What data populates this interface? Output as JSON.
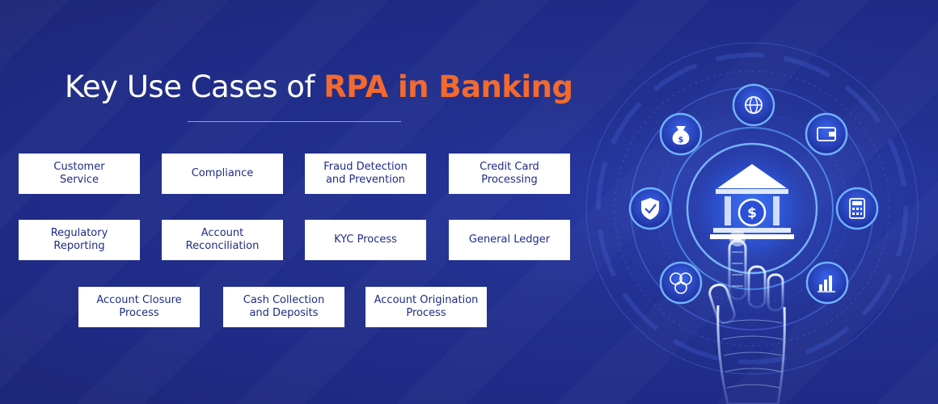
{
  "title": {
    "prefix": "Key Use Cases of ",
    "highlight": "RPA in Banking"
  },
  "use_cases": [
    "Customer\nService",
    "Compliance",
    "Fraud Detection\nand Prevention",
    "Credit Card\nProcessing",
    "Regulatory\nReporting",
    "Account\nReconciliation",
    "KYC Process",
    "General Ledger",
    "Account Closure\nProcess",
    "Cash Collection\nand Deposits",
    "Account Origination\nProcess"
  ],
  "colors": {
    "background": "#22308f",
    "accent": "#f26a2e",
    "card_text": "#1f2b86",
    "glow": "#4aa8ff"
  },
  "icons": [
    "globe-icon",
    "wallet-icon",
    "calculator-icon",
    "bar-chart-icon",
    "dollar-coins-icon",
    "shield-check-icon",
    "money-bag-icon",
    "bank-icon",
    "robot-hand-icon"
  ]
}
